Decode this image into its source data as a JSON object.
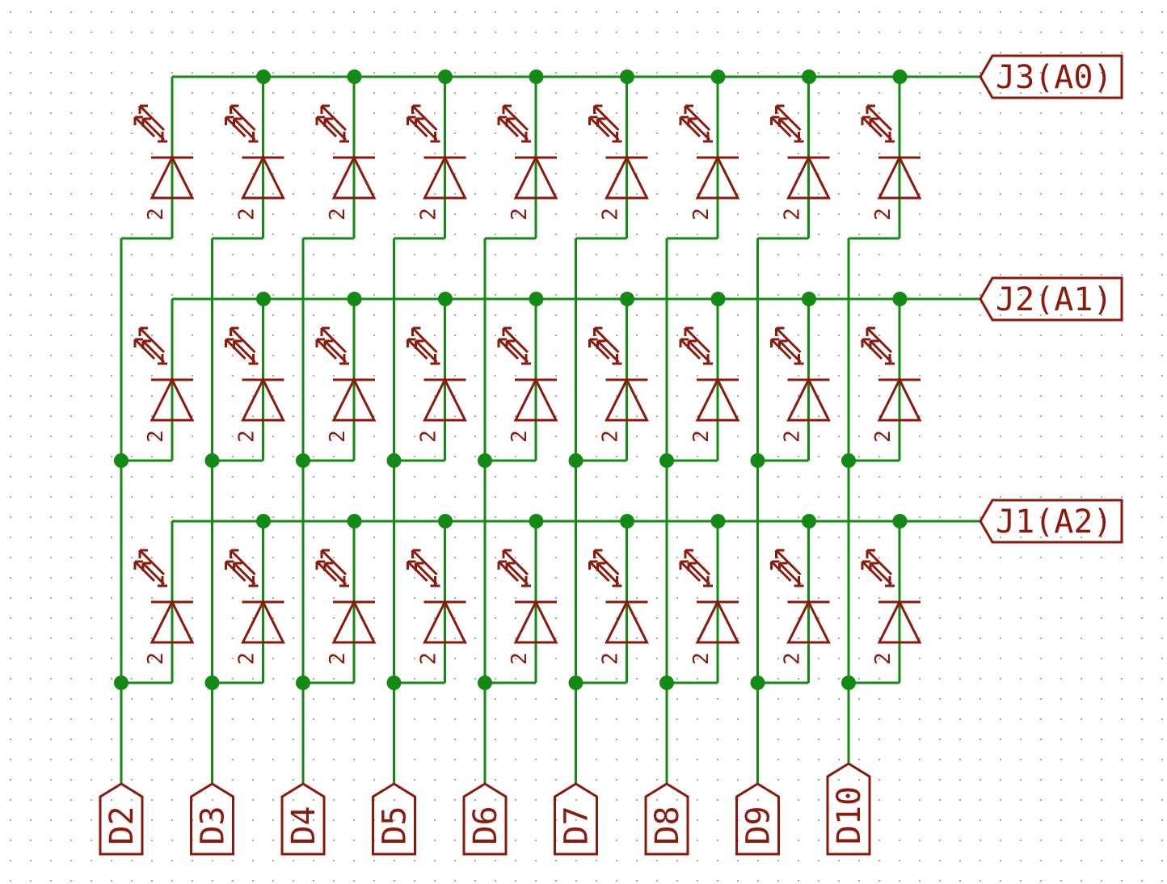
{
  "colors": {
    "background": "#ffffff",
    "grid_dot": "#9e9e9e",
    "wire": "#138a13",
    "junction": "#138a13",
    "symbol": "#8b1a0c"
  },
  "row_labels": [
    "J3(A0)",
    "J2(A1)",
    "J1(A2)"
  ],
  "column_labels": [
    "D2",
    "D3",
    "D4",
    "D5",
    "D6",
    "D7",
    "D8",
    "D9",
    "D10"
  ],
  "led_pin_number": "2",
  "led_arrow_icon": "light-emitting-arrows-icon"
}
